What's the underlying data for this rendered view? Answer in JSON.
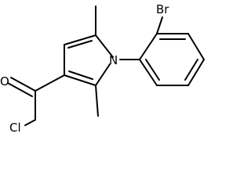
{
  "molecule": {
    "atom_labels": {
      "bromine": "Br",
      "nitrogen": "N",
      "oxygen": "O",
      "chlorine": "Cl"
    },
    "colors": {
      "bond": "#000000",
      "label": "#000000",
      "background": "#ffffff"
    }
  }
}
